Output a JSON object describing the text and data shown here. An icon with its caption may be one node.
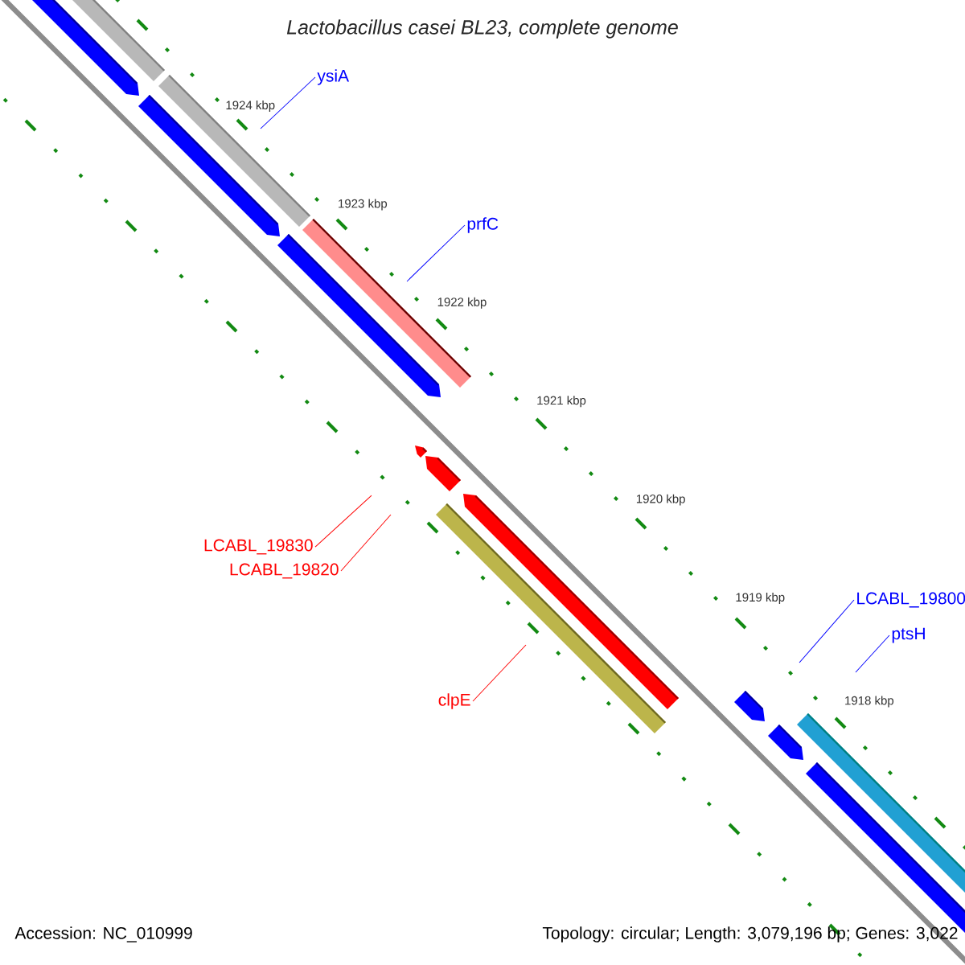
{
  "diagram": {
    "title": "Lactobacillus casei BL23, complete genome",
    "nodes": [
      {
        "text": [
          "ysiA"
        ]
      },
      {
        "text": [
          "prfC"
        ]
      },
      {
        "text": [
          "LCABL_19830"
        ]
      },
      {
        "text": [
          "LCABL_19820"
        ]
      },
      {
        "text": [
          "clpE"
        ]
      },
      {
        "text": [
          "LCABL_19800"
        ]
      },
      {
        "text": [
          "ptsH"
        ]
      }
    ],
    "edges": [
      {
        "from": 0,
        "to": null,
        "arrow": "none"
      },
      {
        "from": 1,
        "to": null,
        "arrow": "none"
      },
      {
        "from": 2,
        "to": null,
        "arrow": "none",
        "color": "#ff0000"
      },
      {
        "from": 3,
        "to": null,
        "arrow": "none",
        "color": "#ff0000"
      },
      {
        "from": 4,
        "to": null,
        "arrow": "none",
        "color": "#ff0000"
      },
      {
        "from": 5,
        "to": null,
        "arrow": "none"
      },
      {
        "from": 6,
        "to": null,
        "arrow": "none"
      }
    ],
    "labels": [
      "1924 kbp",
      "1923 kbp",
      "1922 kbp",
      "1921 kbp",
      "1920 kbp",
      "1919 kbp",
      "1918 kbp",
      "Accession: NC_010999",
      "Topology: circular; Length: 3,079,196 bp; Genes: 3,022"
    ]
  }
}
